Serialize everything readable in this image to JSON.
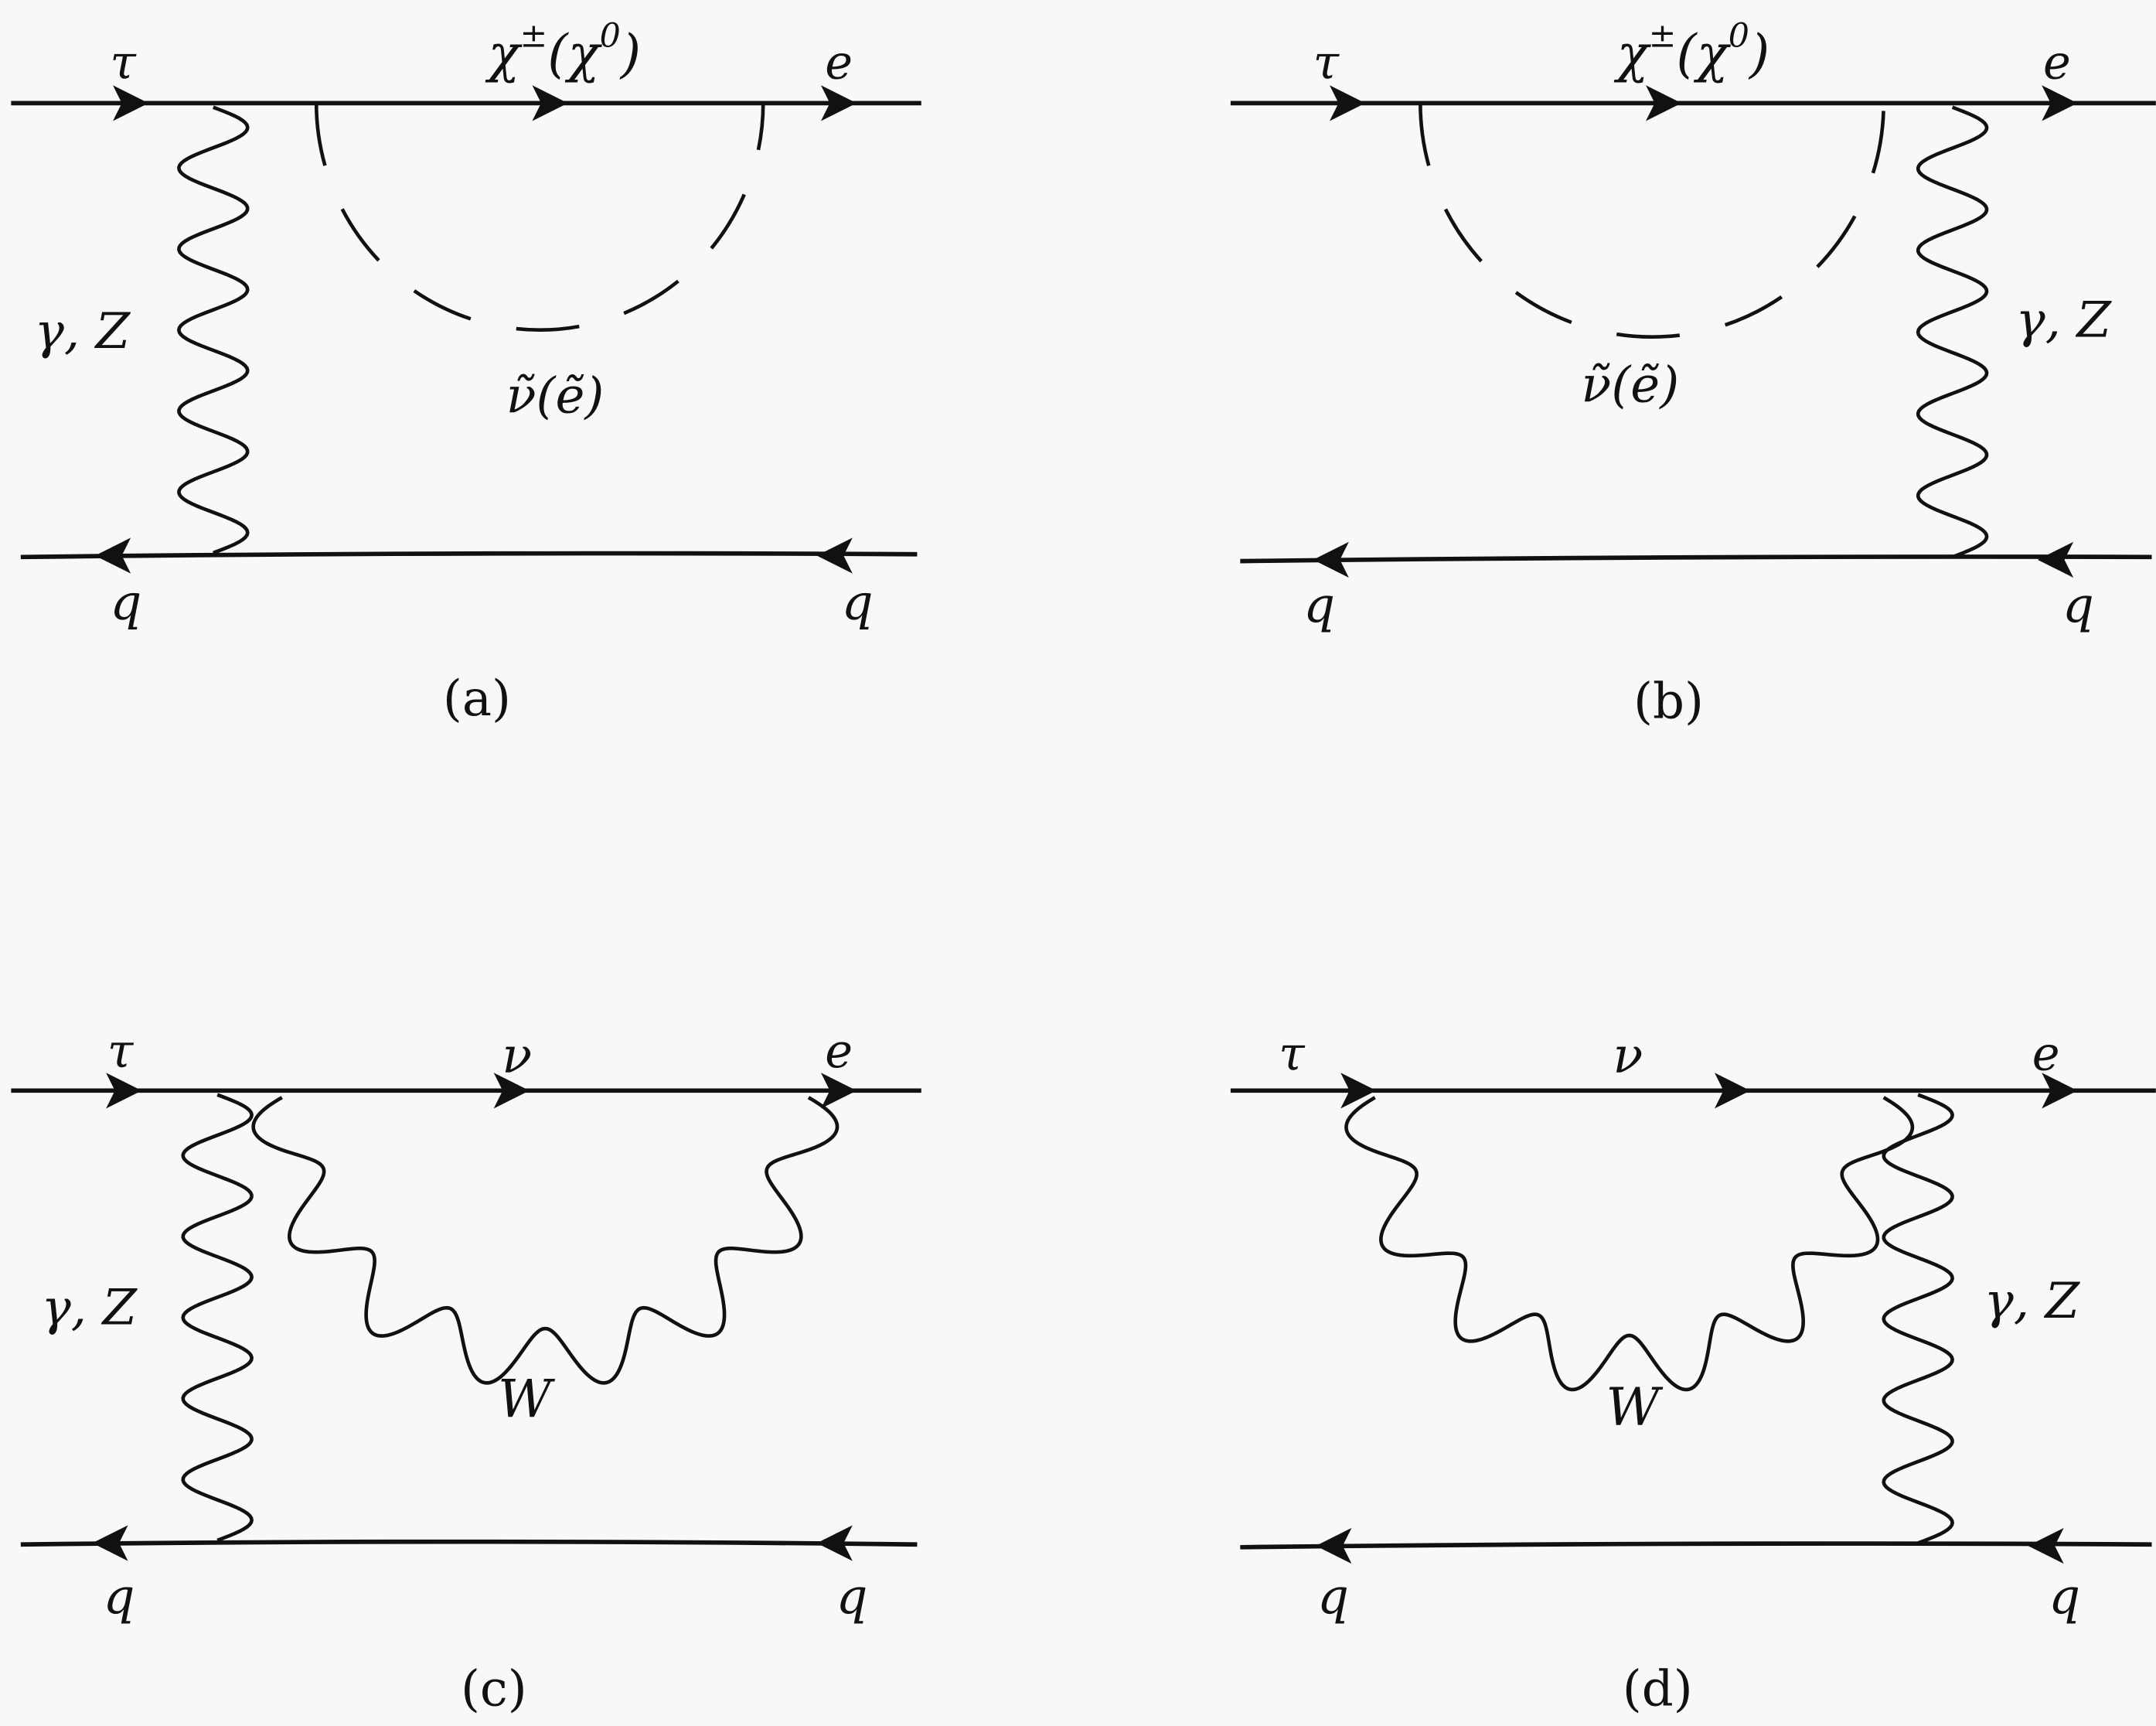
{
  "colors": {
    "background": "#f8f8f8",
    "ink": "#111111"
  },
  "diagrams": [
    {
      "id": "a",
      "caption": "(a)",
      "incoming": "τ",
      "internal_parts": [
        "χ",
        "±",
        "(χ",
        "0",
        ")"
      ],
      "outgoing": "e",
      "boson": "γ, Z",
      "loop": "ν̃(ẽ)",
      "quark_left": "q",
      "quark_right": "q",
      "loop_type": "scalar-dashed",
      "boson_side": "left"
    },
    {
      "id": "b",
      "caption": "(b)",
      "incoming": "τ",
      "internal_parts": [
        "χ",
        "±",
        "(χ",
        "0",
        ")"
      ],
      "outgoing": "e",
      "boson": "γ, Z",
      "loop": "ν̃(ẽ)",
      "quark_left": "q",
      "quark_right": "q",
      "loop_type": "scalar-dashed",
      "boson_side": "right"
    },
    {
      "id": "c",
      "caption": "(c)",
      "incoming": "τ",
      "internal_parts": [
        "ν",
        "",
        "",
        "",
        ""
      ],
      "outgoing": "e",
      "boson": "γ, Z",
      "loop": "W",
      "quark_left": "q",
      "quark_right": "q",
      "loop_type": "boson-wavy",
      "boson_side": "left"
    },
    {
      "id": "d",
      "caption": "(d)",
      "incoming": "τ",
      "internal_parts": [
        "ν",
        "",
        "",
        "",
        ""
      ],
      "outgoing": "e",
      "boson": "γ, Z",
      "loop": "W",
      "quark_left": "q",
      "quark_right": "q",
      "loop_type": "boson-wavy",
      "boson_side": "right"
    }
  ]
}
